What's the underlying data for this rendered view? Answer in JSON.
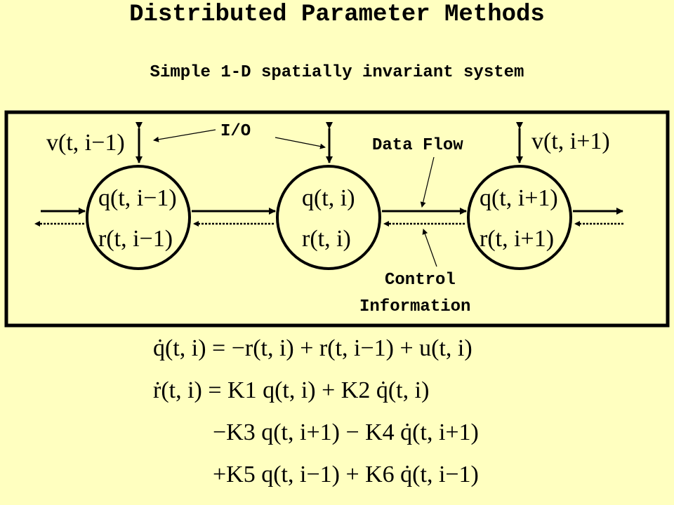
{
  "title": "Distributed Parameter Methods",
  "subtitle": "Simple 1-D spatially invariant system",
  "diagram": {
    "labels": {
      "io": "I/O",
      "data_flow": "Data Flow",
      "control_line1": "Control",
      "control_line2": "Information"
    },
    "nodes": [
      {
        "v_label": "v(t, i−1)",
        "q_label": "q(t, i−1)",
        "r_label": "r(t, i−1)"
      },
      {
        "v_label": "",
        "q_label": "q(t, i)",
        "r_label": "r(t, i)"
      },
      {
        "v_label": "v(t, i+1)",
        "q_label": "q(t, i+1)",
        "r_label": "r(t, i+1)"
      }
    ]
  },
  "equations": [
    "q̇(t, i) = −r(t, i) + r(t, i−1) + u(t, i)",
    "ṙ(t, i) = K1 q(t, i) + K2 q̇(t, i)",
    "−K3 q(t, i+1) − K4 q̇(t, i+1)",
    "+K5 q(t, i−1) + K6 q̇(t, i−1)"
  ]
}
